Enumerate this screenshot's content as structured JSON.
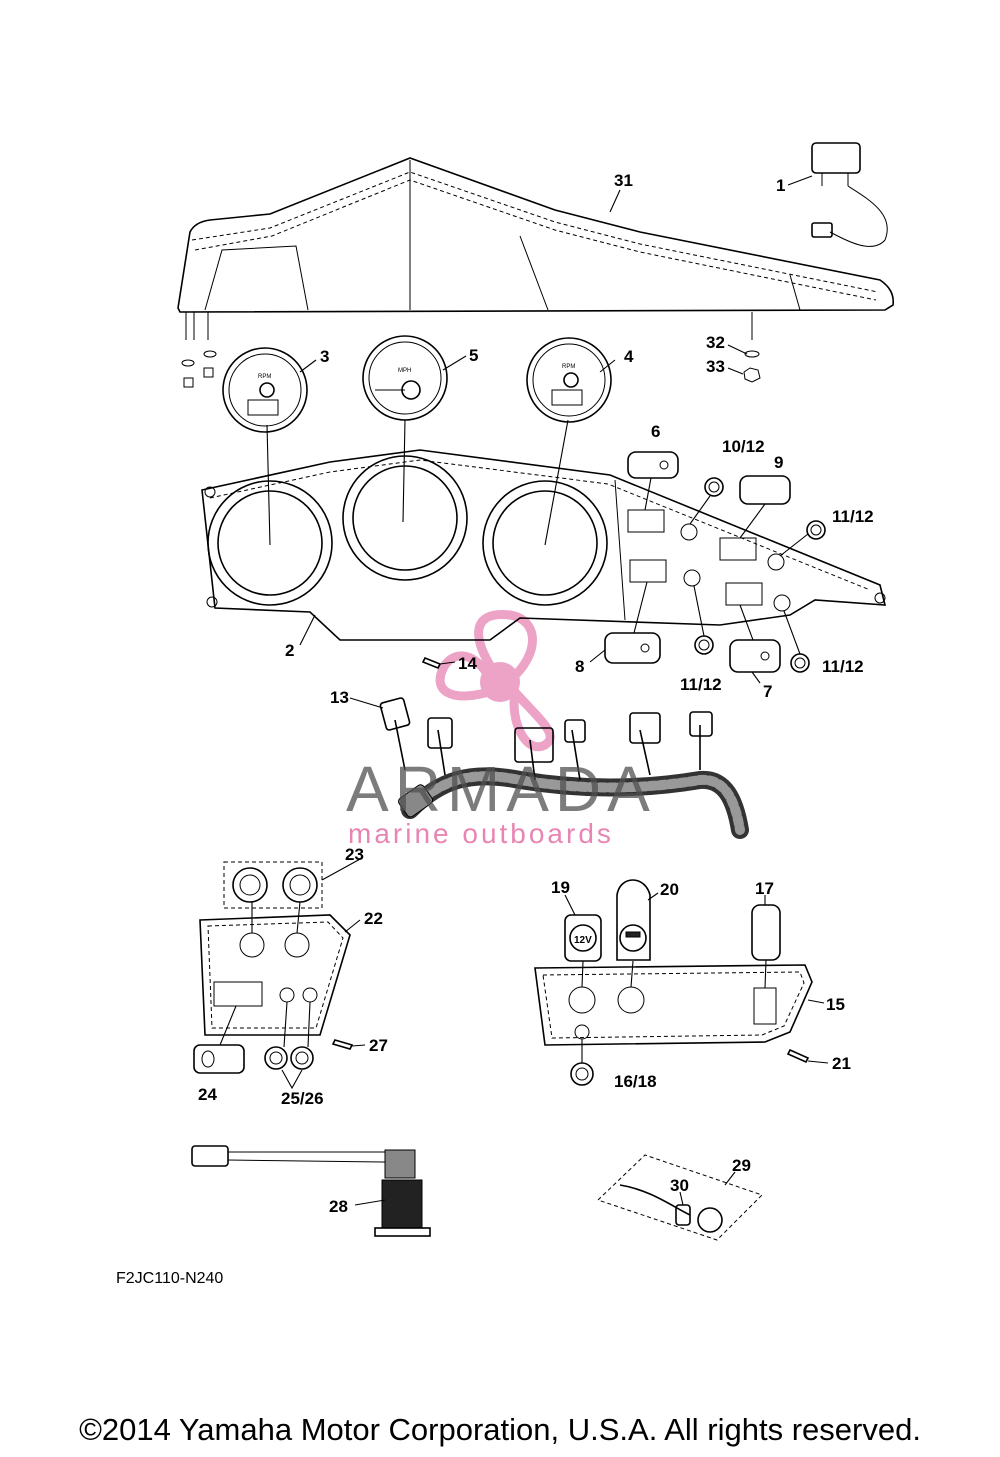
{
  "diagram_code": "F2JC110-N240",
  "copyright": "©2014 Yamaha Motor Corporation, U.S.A. All rights reserved.",
  "watermark": {
    "name": "ARMADA",
    "tagline": "marine outboards",
    "color_pink": "#e993bd",
    "color_gray": "#555555"
  },
  "callouts": [
    {
      "id": "c1",
      "text": "1"
    },
    {
      "id": "c2",
      "text": "2"
    },
    {
      "id": "c3",
      "text": "3"
    },
    {
      "id": "c4",
      "text": "4"
    },
    {
      "id": "c5",
      "text": "5"
    },
    {
      "id": "c6",
      "text": "6"
    },
    {
      "id": "c7",
      "text": "7"
    },
    {
      "id": "c8",
      "text": "8"
    },
    {
      "id": "c9",
      "text": "9"
    },
    {
      "id": "c10_12",
      "text": "10/12"
    },
    {
      "id": "c11_12a",
      "text": "11/12"
    },
    {
      "id": "c11_12b",
      "text": "11/12"
    },
    {
      "id": "c11_12c",
      "text": "11/12"
    },
    {
      "id": "c13",
      "text": "13"
    },
    {
      "id": "c14",
      "text": "14"
    },
    {
      "id": "c15",
      "text": "15"
    },
    {
      "id": "c16_18",
      "text": "16/18"
    },
    {
      "id": "c17",
      "text": "17"
    },
    {
      "id": "c19",
      "text": "19"
    },
    {
      "id": "c20",
      "text": "20"
    },
    {
      "id": "c21",
      "text": "21"
    },
    {
      "id": "c22",
      "text": "22"
    },
    {
      "id": "c23",
      "text": "23"
    },
    {
      "id": "c24",
      "text": "24"
    },
    {
      "id": "c25_26",
      "text": "25/26"
    },
    {
      "id": "c27",
      "text": "27"
    },
    {
      "id": "c28",
      "text": "28"
    },
    {
      "id": "c29",
      "text": "29"
    },
    {
      "id": "c30",
      "text": "30"
    },
    {
      "id": "c31",
      "text": "31"
    },
    {
      "id": "c32",
      "text": "32"
    },
    {
      "id": "c33",
      "text": "33"
    }
  ],
  "gauges": {
    "tach_label": "RPM",
    "speedo_label": "MPH"
  },
  "outlet_label": "12V"
}
